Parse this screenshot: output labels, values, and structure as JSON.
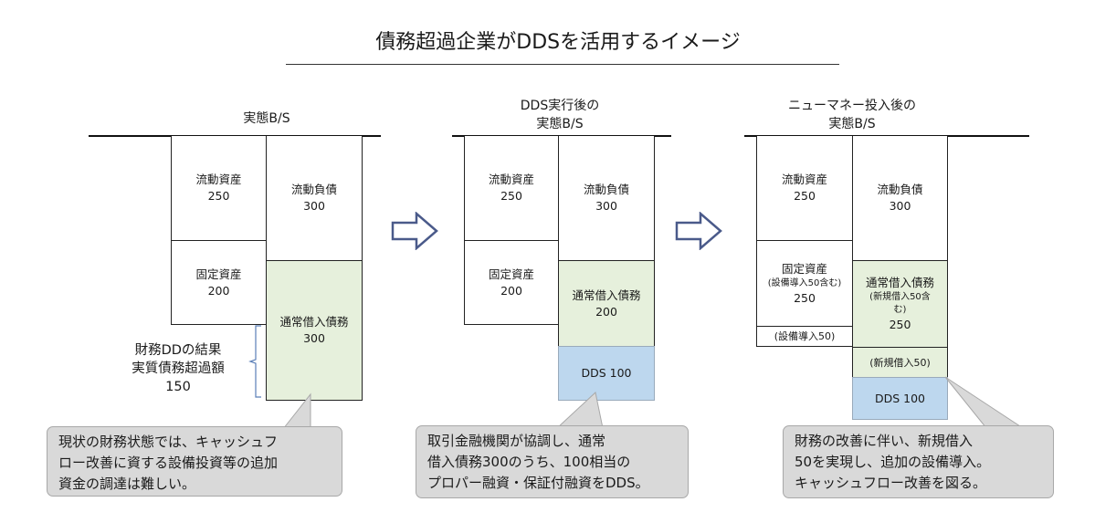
{
  "title": "債務超過企業がDDSを活用するイメージ",
  "panels": [
    {
      "heading": [
        "実態B/S"
      ],
      "assets": [
        {
          "label": "流動資産",
          "value": "250"
        },
        {
          "label": "固定資産",
          "value": "200"
        }
      ],
      "liabilities": [
        {
          "label": "流動負債",
          "value": "300"
        },
        {
          "label": "通常借入債務",
          "value": "300"
        }
      ],
      "note": {
        "lines": [
          "財務DDの結果",
          "実質債務超過額",
          "150"
        ]
      },
      "callout": [
        "現状の財務状態では、キャッシュフ",
        "ロー改善に資する設備投資等の追加",
        "資金の調達は難しい。"
      ]
    },
    {
      "heading": [
        "DDS実行後の",
        "実態B/S"
      ],
      "assets": [
        {
          "label": "流動資産",
          "value": "250"
        },
        {
          "label": "固定資産",
          "value": "200"
        }
      ],
      "liabilities": [
        {
          "label": "流動負債",
          "value": "300"
        },
        {
          "label": "通常借入債務",
          "value": "200"
        },
        {
          "label": "DDS 100"
        }
      ],
      "callout": [
        "取引金融機関が協調し、通常",
        "借入債務300のうち、100相当の",
        "プロパー融資・保証付融資をDDS。"
      ]
    },
    {
      "heading": [
        "ニューマネー投入後の",
        "実態B/S"
      ],
      "assets": [
        {
          "label": "流動資産",
          "value": "250"
        },
        {
          "label": "固定資産",
          "sub": "(設備導入50含む)",
          "value": "250"
        },
        {
          "label": "(設備導入50)"
        }
      ],
      "liabilities": [
        {
          "label": "流動負債",
          "value": "300"
        },
        {
          "label": "通常借入債務",
          "sub": [
            "(新規借入50含",
            "む)"
          ],
          "value": "250"
        },
        {
          "label": "(新規借入50)"
        },
        {
          "label": "DDS 100"
        }
      ],
      "callout": [
        "財務の改善に伴い、新規借入",
        "50を実現し、追加の設備導入。",
        "キャッシュフロー改善を図る。"
      ]
    }
  ],
  "colors": {
    "green": "#e6f0dc",
    "blue": "#bdd7ee",
    "callout": "#d9d9d9",
    "arrow": "#4a5a8a"
  },
  "icons": [
    "right-arrow-icon"
  ]
}
